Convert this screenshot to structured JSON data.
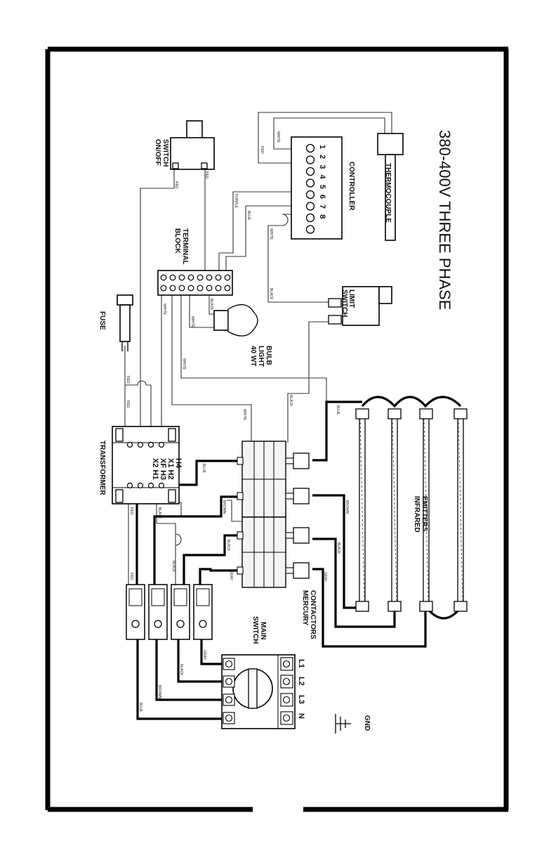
{
  "title": "380-400V THREE PHASE",
  "components": {
    "on_off_switch": "ON/OFF\nSWITCH",
    "controller": "CONTROLLER",
    "controller_terminals": "1 2 3 4 5 6 7 8",
    "thermocouple": "THERMOCOUPLE",
    "terminal_block": "TERMINAL\nBLOCK",
    "limit_switch": "LIMIT\nSWITCH",
    "light_bulb": "40 WT\nLIGHT\nBULB",
    "fuse": "FUSE",
    "transformer": "TRANSFORMER",
    "transformer_row1": "X2  H1",
    "transformer_row2": "XF  H3",
    "transformer_row3": "X1  H2",
    "transformer_row4": "      H4",
    "transformer_dash": "–",
    "infrared_emitters": "INFRARED\nEMITTERS",
    "mercury_contactors": "MERCURY\nCONTACTORS",
    "main_switch": "MAIN\nSWITCH",
    "phase_labels": [
      "L1",
      "L2",
      "L3",
      "N"
    ],
    "ground": "GND"
  },
  "wire_labels": {
    "red": "RED",
    "white": "WHITE",
    "black": "BLACK",
    "blue": "BLUE",
    "purple": "PURPLE",
    "brown": "BROWN",
    "gray": "GRAY"
  }
}
